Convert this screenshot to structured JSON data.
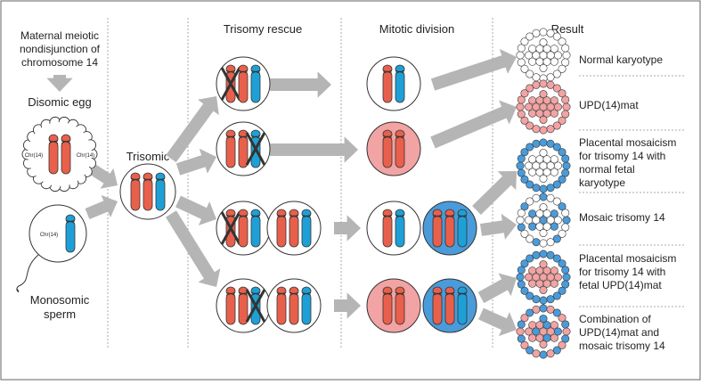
{
  "left": {
    "intro": [
      "Maternal meiotic",
      "nondisjunction of",
      "chromosome 14"
    ],
    "egg_title": "Disomic egg",
    "sperm_title": [
      "Monosomic",
      "sperm"
    ],
    "chr_label": "Chr(14)"
  },
  "zygote_title": [
    "Trisomic",
    "zygote"
  ],
  "columns": {
    "rescue": "Trisomy rescue",
    "mitotic": "Mitotic division",
    "result": "Result"
  },
  "results": [
    [
      "Normal karyotype"
    ],
    [
      "UPD(14)mat"
    ],
    [
      "Placental mosaicism",
      "for trisomy 14 with",
      "normal fetal",
      "karyotype"
    ],
    [
      "Mosaic trisomy 14"
    ],
    [
      "Placental mosaicism",
      "for trisomy 14 with",
      "fetal UPD(14)mat"
    ],
    [
      "Combination of",
      "UPD(14)mat and",
      "mosaic trisomy 14"
    ]
  ],
  "colors": {
    "maternal_chr": "#e8604c",
    "paternal_chr": "#1ea0d6",
    "pink_cell": "#f2a3a3",
    "blue_cell": "#4a9bd9",
    "arrow": "#b5b5b5",
    "cross": "#333333"
  }
}
